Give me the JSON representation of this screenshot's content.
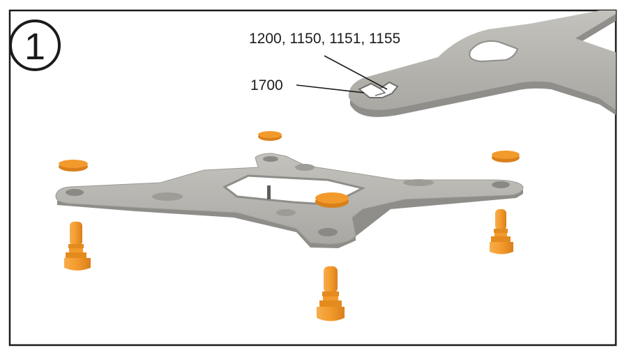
{
  "step": {
    "number": "1"
  },
  "callouts": {
    "sockets_intel": "1200, 1150, 1151, 1155",
    "socket_1700": "1700"
  },
  "colors": {
    "frame": "#1b1b1b",
    "plate_top": "#b7b6b1",
    "plate_edge": "#8e8d89",
    "plate_shadow": "#6f6e6b",
    "orange": "#f39a2c",
    "orange_dark": "#d97e16",
    "orange_light": "#f8b45a"
  }
}
